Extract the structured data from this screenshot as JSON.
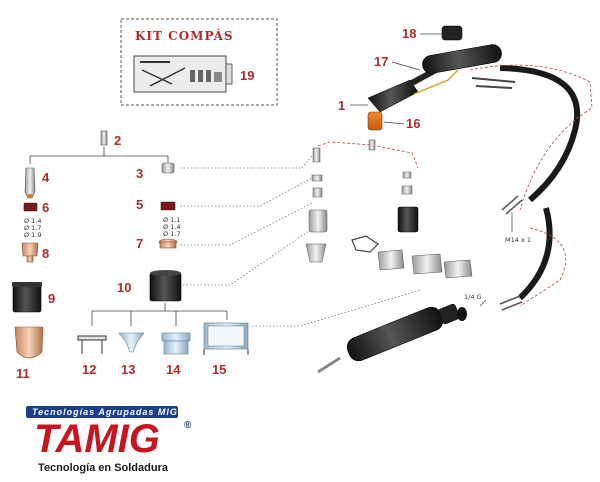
{
  "kit": {
    "title": "KIT COMPÁS",
    "number": "19"
  },
  "labels": {
    "n1": "1",
    "n2": "2",
    "n3": "3",
    "n4": "4",
    "n5": "5",
    "n6": "6",
    "n7": "7",
    "n8": "8",
    "n9": "9",
    "n10": "10",
    "n11": "11",
    "n12": "12",
    "n13": "13",
    "n14": "14",
    "n15": "15",
    "n16": "16",
    "n17": "17",
    "n18": "18"
  },
  "sizes": {
    "left": [
      "Ø 1.4",
      "Ø 1.7",
      "Ø 1.9"
    ],
    "right": [
      "Ø 1.1",
      "Ø 1.4",
      "Ø 1.7"
    ]
  },
  "threads": {
    "m14": "M14 x 1",
    "g14": "1/4 G"
  },
  "logo": {
    "banner": "Tecnologías Agrupadas MIG",
    "word": "TAMIG",
    "reg": "®",
    "tagline": "Tecnología en Soldadura"
  },
  "colors": {
    "label_red": "#b22b2b",
    "brand_red": "#c8141e",
    "brand_blue": "#1a3e8a"
  }
}
